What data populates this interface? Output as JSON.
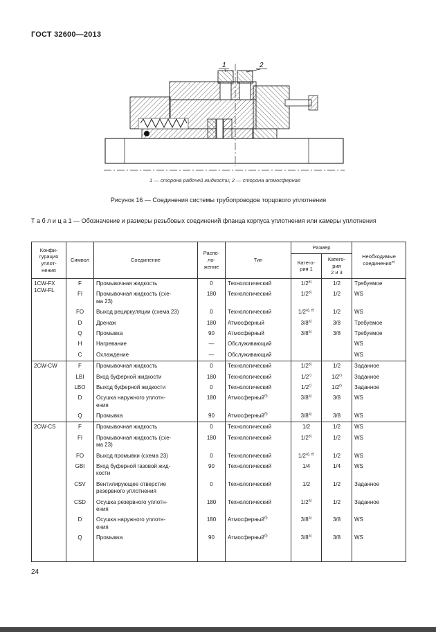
{
  "header": {
    "title": "ГОСТ 32600—2013"
  },
  "figure": {
    "label1": "1",
    "label2": "2",
    "legend": "1 — сторона рабочей жидкости; 2 — сторона атмосферная",
    "caption": "Рисунок 16 — Соединения системы трубопроводов торцового уплотнения"
  },
  "table": {
    "title": "Т а б л и ц а   1 — Обозначение и размеры резьбовых соединений фланца корпуса уплотнения или камеры уплотнения",
    "header": {
      "config": "Конфи-\nгурация\nуплот-\nнения",
      "symbol": "Символ",
      "connection": "Соединение",
      "location": "Распо-\nло-\nжение",
      "type": "Тип",
      "size": "Размер",
      "cat1": "Катего-\nрия 1",
      "cat23": "Катего-\nрия\n2 и 3",
      "required": "Необходимые\nсоединения[[ж)]]"
    },
    "groups": [
      {
        "config": "1CW-FX\n1CW-FL",
        "rows": [
          {
            "symbol": "F",
            "connection": "Промывочная жидкость",
            "location": "0",
            "type": "Технологический",
            "cat1": "1/2[[в)]]",
            "cat23": "1/2",
            "required": "Требуемое"
          },
          {
            "symbol": "FI",
            "connection": "Промывочная жидкость (схе-\nма 23)",
            "location": "180",
            "type": "Технологический",
            "cat1": "1/2[[в)]]",
            "cat23": "1/2",
            "required": "WS"
          },
          {
            "symbol": "FO",
            "connection": "Выход рециркуляции (схема 23)",
            "location": "0",
            "type": "Технологический",
            "cat1": "1/2[[а), е)]]",
            "cat23": "1/2",
            "required": "WS"
          },
          {
            "symbol": "D",
            "connection": "Дренаж",
            "location": "180",
            "type": "Атмосферный",
            "cat1": "3/8[[а)]]",
            "cat23": "3/8",
            "required": "Требуемое"
          },
          {
            "symbol": "Q",
            "connection": "Промывка",
            "location": "90",
            "type": "Атмосферный",
            "cat1": "3/8[[а)]]",
            "cat23": "3/8",
            "required": "Требуемое"
          },
          {
            "symbol": "H",
            "connection": "Нагревание",
            "location": "—",
            "type": "Обслуживающий",
            "cat1": "",
            "cat23": "",
            "required": "WS"
          },
          {
            "symbol": "C",
            "connection": "Охлаждение",
            "location": "—",
            "type": "Обслуживающий",
            "cat1": "",
            "cat23": "",
            "required": "WS"
          }
        ]
      },
      {
        "config": "2CW-CW",
        "rows": [
          {
            "symbol": "F",
            "connection": "Промывочная жидкость",
            "location": "0",
            "type": "Технологический",
            "cat1": "1/2[[в)]]",
            "cat23": "1/2",
            "required": "Заданное"
          },
          {
            "symbol": "LBI",
            "connection": "Вход буферной жидкости",
            "location": "180",
            "type": "Технологический",
            "cat1": "1/2[[г)]]",
            "cat23": "1/2[[г)]]",
            "required": "Заданное"
          },
          {
            "symbol": "LBO",
            "connection": "Выход буферной жидкости",
            "location": "0",
            "type": "Технологический",
            "cat1": "1/2[[г)]]",
            "cat23": "1/2[[г)]]",
            "required": "Заданное"
          },
          {
            "symbol": "D",
            "connection": "Осушка наружного уплотн-\nения",
            "location": "180",
            "type": "Атмосферный[[б)]]",
            "cat1": "3/8[[а)]]",
            "cat23": "3/8",
            "required": "WS"
          },
          {
            "symbol": "Q",
            "connection": "Промывка",
            "location": "90",
            "type": "Атмосферный[[б)]]",
            "cat1": "3/8[[а)]]",
            "cat23": "3/8",
            "required": "WS"
          }
        ]
      },
      {
        "config": "2CW-CS",
        "rows": [
          {
            "symbol": "F",
            "connection": "Промывочная жидкость",
            "location": "0",
            "type": "Технологический",
            "cat1": "1/2",
            "cat23": "1/2",
            "required": "WS"
          },
          {
            "symbol": "FI",
            "connection": "Промывочная жидкость (схе-\nма 23)",
            "location": "180",
            "type": "Технологический",
            "cat1": "1/2[[в)]]",
            "cat23": "1/2",
            "required": "WS"
          },
          {
            "symbol": "FO",
            "connection": "Выход промывки (схема 23)",
            "location": "0",
            "type": "Технологический",
            "cat1": "1/2[[а), е)]]",
            "cat23": "1/2",
            "required": "WS"
          },
          {
            "symbol": "GBI",
            "connection": "Вход буферной газовой жид-\nкости",
            "location": "90",
            "type": "Технологический",
            "cat1": "1/4",
            "cat23": "1/4",
            "required": "WS"
          },
          {
            "symbol": "CSV",
            "connection": "Вентилирующее отверстие\nрезервного уплотнения",
            "location": "0",
            "type": "Технологический",
            "cat1": "1/2",
            "cat23": "1/2",
            "required": "Заданное"
          },
          {
            "symbol": "CSD",
            "connection": "Осушка резервного уплотн-\nения",
            "location": "180",
            "type": "Технологический",
            "cat1": "1/2[[а)]]",
            "cat23": "1/2",
            "required": "Заданное"
          },
          {
            "symbol": "D",
            "connection": "Осушка наружного уплотн-\nения",
            "location": "180",
            "type": "Атмосферный[[б)]]",
            "cat1": "3/8[[а)]]",
            "cat23": "3/8",
            "required": "WS"
          },
          {
            "symbol": "Q",
            "connection": "Промывка",
            "location": "90",
            "type": "Атмосферный[[б)]]",
            "cat1": "3/8[[а)]]",
            "cat23": "3/8",
            "required": "WS"
          }
        ]
      }
    ]
  },
  "footer": {
    "page_number": "24"
  }
}
